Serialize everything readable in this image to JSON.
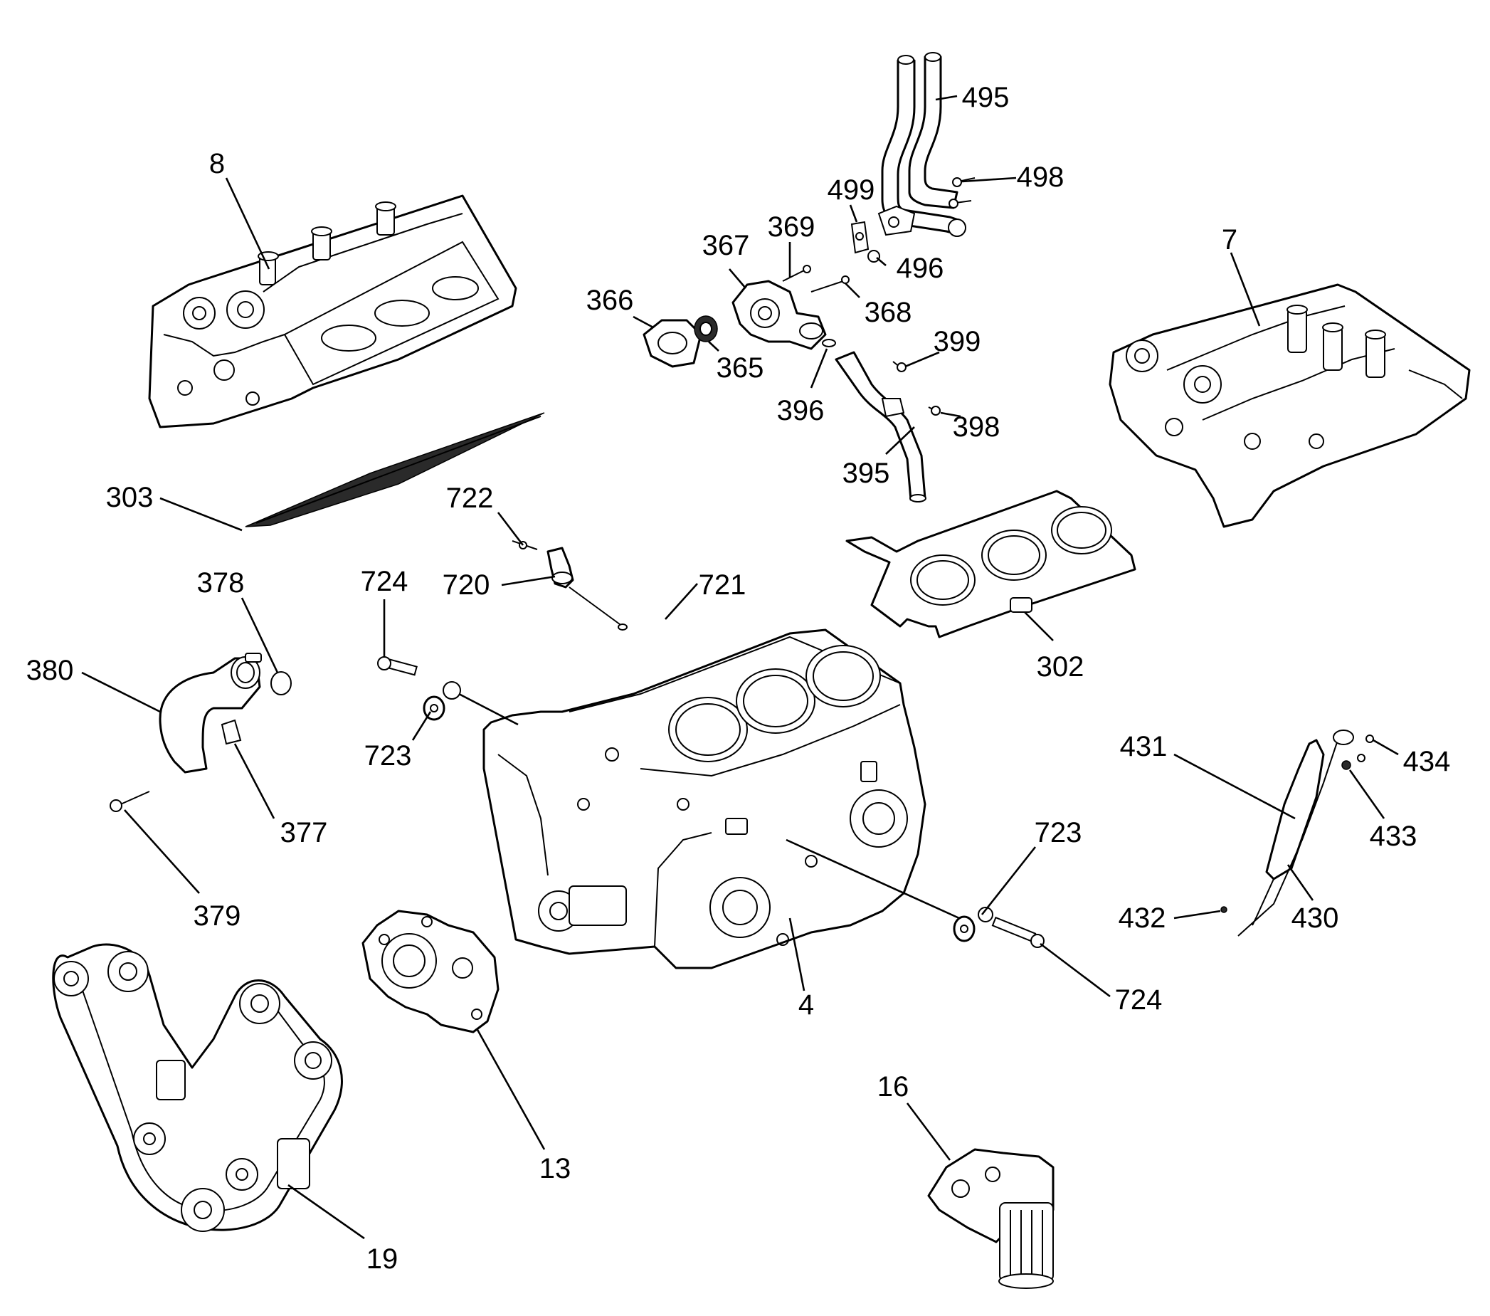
{
  "diagram": {
    "parts": [
      {
        "id": "8"
      },
      {
        "id": "7"
      },
      {
        "id": "303"
      },
      {
        "id": "302"
      },
      {
        "id": "4"
      },
      {
        "id": "13"
      },
      {
        "id": "16"
      },
      {
        "id": "19"
      },
      {
        "id": "495"
      },
      {
        "id": "498"
      },
      {
        "id": "499"
      },
      {
        "id": "496"
      },
      {
        "id": "369"
      },
      {
        "id": "367"
      },
      {
        "id": "368"
      },
      {
        "id": "366"
      },
      {
        "id": "365"
      },
      {
        "id": "396"
      },
      {
        "id": "399"
      },
      {
        "id": "398"
      },
      {
        "id": "395"
      },
      {
        "id": "722"
      },
      {
        "id": "720"
      },
      {
        "id": "721"
      },
      {
        "id": "724a",
        "label": "724"
      },
      {
        "id": "723a",
        "label": "723"
      },
      {
        "id": "378"
      },
      {
        "id": "380"
      },
      {
        "id": "377"
      },
      {
        "id": "379"
      },
      {
        "id": "723b",
        "label": "723"
      },
      {
        "id": "724b",
        "label": "724"
      },
      {
        "id": "431"
      },
      {
        "id": "434"
      },
      {
        "id": "433"
      },
      {
        "id": "432"
      },
      {
        "id": "430"
      }
    ],
    "callouts": {
      "c8": "8",
      "c7": "7",
      "c303": "303",
      "c302": "302",
      "c4": "4",
      "c13": "13",
      "c16": "16",
      "c19": "19",
      "c495": "495",
      "c498": "498",
      "c499": "499",
      "c496": "496",
      "c369": "369",
      "c367": "367",
      "c368": "368",
      "c366": "366",
      "c365": "365",
      "c396": "396",
      "c399": "399",
      "c398": "398",
      "c395": "395",
      "c722": "722",
      "c720": "720",
      "c721": "721",
      "c724a": "724",
      "c723a": "723",
      "c378": "378",
      "c380": "380",
      "c377": "377",
      "c379": "379",
      "c723b": "723",
      "c724b": "724",
      "c431": "431",
      "c434": "434",
      "c433": "433",
      "c432": "432",
      "c430": "430"
    }
  },
  "colors": {
    "ink": "#000000",
    "paper": "#ffffff",
    "shade": "#2a2a2a"
  }
}
